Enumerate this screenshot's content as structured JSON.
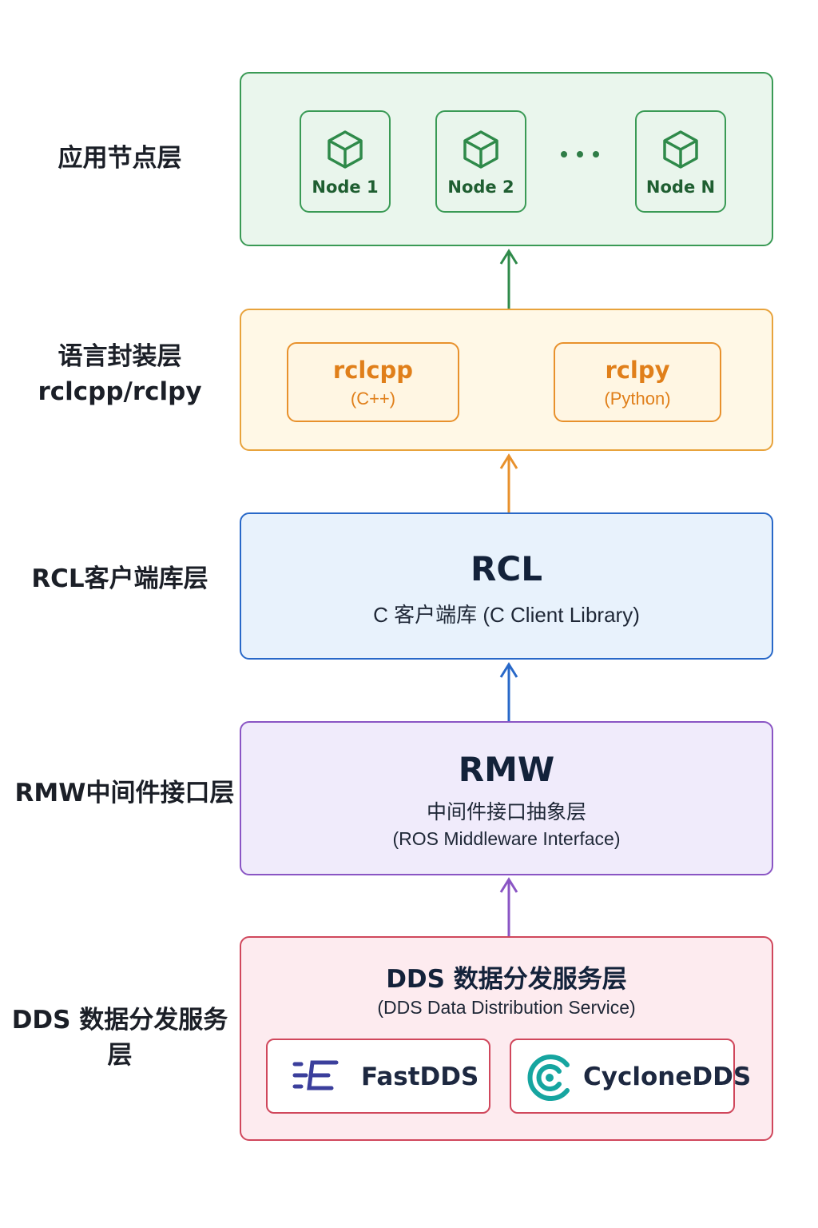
{
  "colors": {
    "app": "#3a9a55",
    "wrapper": "#e8912c",
    "rcl": "#2868c8",
    "rmw": "#8a55c4",
    "dds": "#d0475c"
  },
  "layers": {
    "app": {
      "side_label": "应用节点层",
      "nodes": [
        "Node 1",
        "Node 2",
        "Node N"
      ],
      "ellipsis_icon": "ellipsis-icon",
      "node_icon": "cube-icon"
    },
    "wrapper": {
      "side_label_line1": "语言封装层",
      "side_label_line2": "rclcpp/rclpy",
      "boxes": [
        {
          "title": "rclcpp",
          "subtitle": "(C++)"
        },
        {
          "title": "rclpy",
          "subtitle": "(Python)"
        }
      ]
    },
    "rcl": {
      "side_label": "RCL客户端库层",
      "title": "RCL",
      "subtitle": "C 客户端库 (C Client Library)"
    },
    "rmw": {
      "side_label": "RMW中间件接口层",
      "title": "RMW",
      "subtitle_line1": "中间件接口抽象层",
      "subtitle_line2": "(ROS Middleware Interface)"
    },
    "dds": {
      "side_label": "DDS 数据分发服务层",
      "title": "DDS 数据分发服务层",
      "subtitle": "(DDS Data Distribution Service)",
      "implementations": [
        {
          "name": "FastDDS",
          "icon": "fastdds-logo-icon"
        },
        {
          "name": "CycloneDDS",
          "icon": "cyclonedds-logo-icon"
        }
      ]
    }
  }
}
